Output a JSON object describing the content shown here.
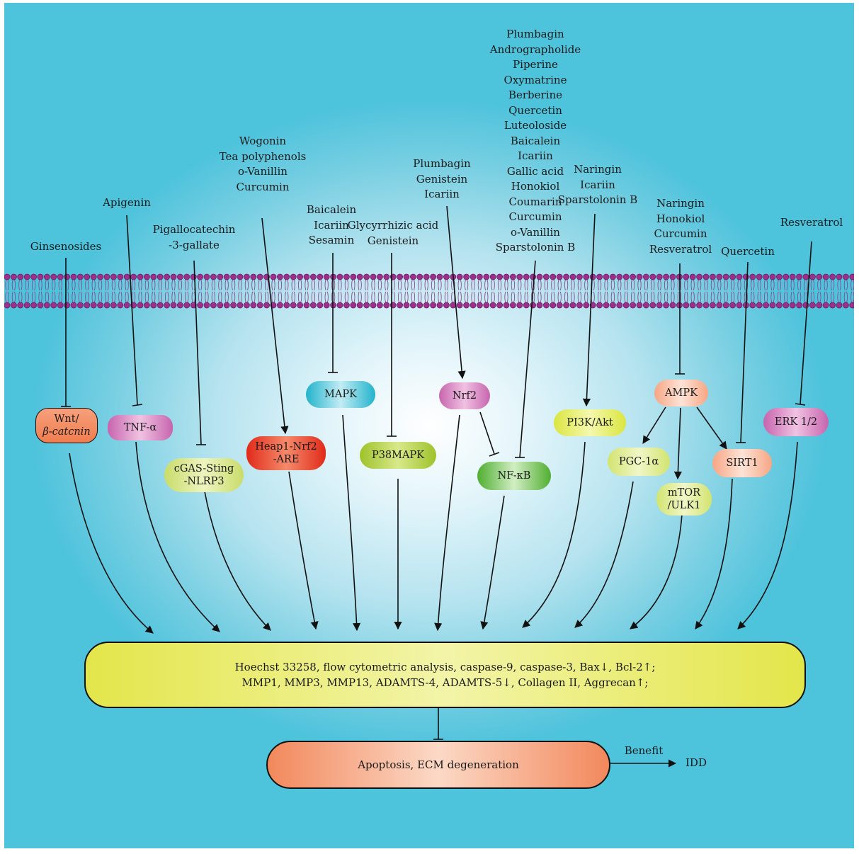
{
  "compounds": {
    "ginsenosides": "Ginsenosides",
    "apigenin": "Apigenin",
    "egcg": [
      "Pigallocatechin",
      "-3-gallate"
    ],
    "heap": [
      "Wogonin",
      "Tea polyphenols",
      "o-Vanillin",
      "Curcumin"
    ],
    "mapk": [
      "Baicalein",
      "Icariin",
      "Sesamin"
    ],
    "p38": [
      "Glycyrrhizic acid",
      "Genistein"
    ],
    "nrf2": [
      "Plumbagin",
      "Genistein",
      "Icariin"
    ],
    "nfkb": [
      "Plumbagin",
      "Andrographolide",
      "Piperine",
      "Oxymatrine",
      "Berberine",
      "Quercetin",
      "Luteoloside",
      "Baicalein",
      "Icariin",
      "Gallic acid",
      "Honokiol",
      "Coumarin",
      "Curcumin",
      "o-Vanillin",
      "Sparstolonin B"
    ],
    "pi3k": [
      "Naringin",
      "Icariin",
      "Sparstolonin B"
    ],
    "ampk": [
      "Naringin",
      "Honokiol",
      "Curcumin",
      "Resveratrol"
    ],
    "sirt1": "Quercetin",
    "erk": "Resveratrol"
  },
  "nodes": {
    "wnt": [
      "Wnt/",
      "β-catcnin"
    ],
    "tnf": "TNF-α",
    "cgas": [
      "cGAS-Sting",
      "-NLRP3"
    ],
    "heap": [
      "Heap1-Nrf2",
      "-ARE"
    ],
    "mapk": "MAPK",
    "p38": "P38MAPK",
    "nrf2": "Nrf2",
    "nfkb": "NF-κB",
    "pi3k": "PI3K/Akt",
    "ampk": "AMPK",
    "pgc": "PGC-1α",
    "mtor": [
      "mTOR",
      "/ULK1"
    ],
    "sirt1": "SIRT1",
    "erk": "ERK 1/2"
  },
  "markers": {
    "line1": "Hoechst 33258, flow cytometric analysis, caspase-9, caspase-3, Bax↓, Bcl-2↑;",
    "line2": "MMP1, MMP3, MMP13, ADAMTS-4, ADAMTS-5↓, Collagen II, Aggrecan↑;"
  },
  "outcome": "Apoptosis, ECM degeneration",
  "benefit": "Benefit",
  "disease": "IDD",
  "colors": {
    "membrane_head": "#9c2f8c",
    "salmon": "#f28c60",
    "pink": "#d57fc0",
    "lime": "#cfe07a",
    "red": "#e8402c",
    "cyan": "#2fbcd2",
    "olive": "#a6c52e",
    "green": "#5bb23a",
    "yellow": "#e6e853"
  }
}
